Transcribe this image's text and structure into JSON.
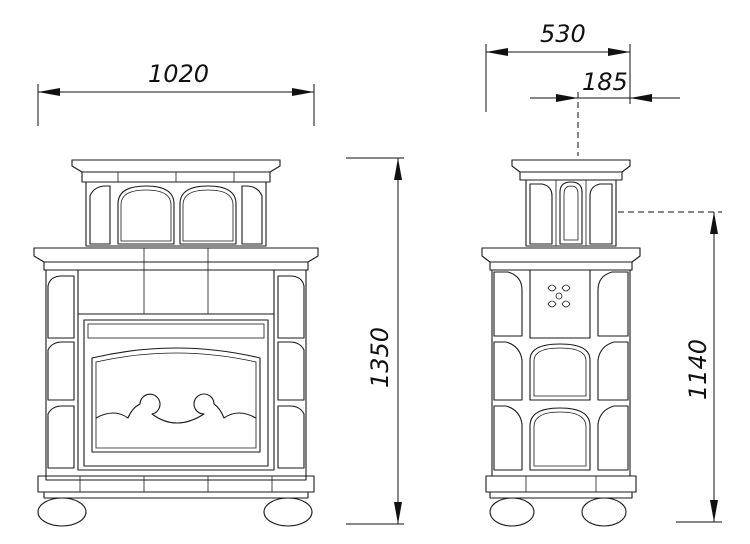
{
  "dimensions": {
    "front_width": "1020",
    "front_height": "1350",
    "side_depth": "530",
    "side_upper_depth": "185",
    "side_height": "1140"
  },
  "colors": {
    "line": "#1a1a1a",
    "background": "#ffffff"
  }
}
